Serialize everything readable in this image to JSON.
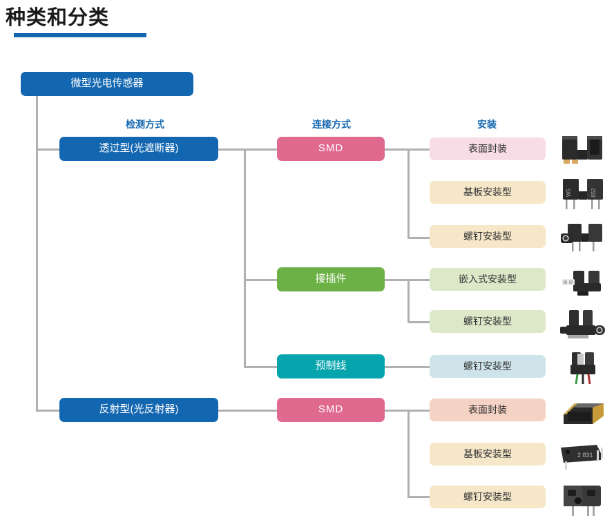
{
  "page": {
    "title": "种类和分类",
    "accent_color": "#1367b0",
    "line_color": "#b0b0b0"
  },
  "column_headers": [
    {
      "label": "检测方式",
      "name": "header-detection-method"
    },
    {
      "label": "连接方式",
      "name": "header-connection-method"
    },
    {
      "label": "安装",
      "name": "header-mounting"
    }
  ],
  "root": {
    "label": "微型光电传感器",
    "color": "#1367b0"
  },
  "branches": [
    {
      "label": "透过型(光遮断器)",
      "color": "#1367b0",
      "connections": [
        {
          "label": "SMD",
          "color": "#e0698f",
          "mountings": [
            {
              "label": "表面封装",
              "color": "#f8dde6",
              "photo": "slot-sensor-smd"
            },
            {
              "label": "基板安装型",
              "color": "#f5e7c8",
              "photo": "slot-sensor-pcb"
            },
            {
              "label": "螺钉安装型",
              "color": "#f5e7c8",
              "photo": "slot-sensor-screw"
            }
          ]
        },
        {
          "label": "接插件",
          "color": "#6cb145",
          "mountings": [
            {
              "label": "嵌入式安装型",
              "color": "#dce8c8",
              "photo": "slot-sensor-embedded"
            },
            {
              "label": "螺钉安装型",
              "color": "#dce8c8",
              "photo": "slot-sensor-tab"
            }
          ]
        },
        {
          "label": "预制线",
          "color": "#06a5ad",
          "mountings": [
            {
              "label": "螺钉安装型",
              "color": "#cfe4ea",
              "photo": "slot-sensor-cable"
            }
          ]
        }
      ]
    },
    {
      "label": "反射型(光反射器)",
      "color": "#1367b0",
      "connections": [
        {
          "label": "SMD",
          "color": "#e0698f",
          "mountings": [
            {
              "label": "表面封装",
              "color": "#f5d3c4",
              "photo": "reflective-smd-chip"
            },
            {
              "label": "基板安装型",
              "color": "#f5e7c8",
              "photo": "reflective-pcb"
            },
            {
              "label": "螺钉安装型",
              "color": "#f5e7c8",
              "photo": "reflective-screw"
            }
          ]
        }
      ]
    }
  ]
}
